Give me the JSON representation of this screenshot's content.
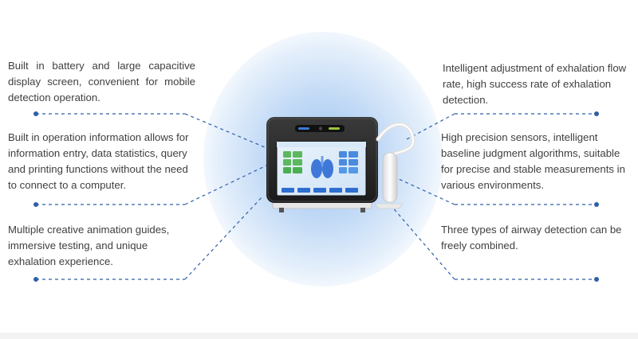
{
  "features_left": [
    {
      "text": "Built in battery and large capacitive display screen, convenient for mobile detection operation."
    },
    {
      "text": "Built in operation information allows for information entry, data statistics, query and printing functions without the need to connect to a computer."
    },
    {
      "text": "Multiple creative animation guides, immersive testing, and unique exhalation experience."
    }
  ],
  "features_right": [
    {
      "text": "Intelligent adjustment of exhalation flow rate, high success rate of exhalation detection."
    },
    {
      "text": "High precision sensors, intelligent baseline judgment algorithms, suitable for precise and stable measurements in various environments."
    },
    {
      "text": "Three types of airway detection can be freely combined."
    }
  ],
  "colors": {
    "accent": "#2f5fa8",
    "text": "#404040",
    "glow": "#9ec4f0"
  },
  "device": {
    "name_icon": "breath-analyzer-device"
  }
}
